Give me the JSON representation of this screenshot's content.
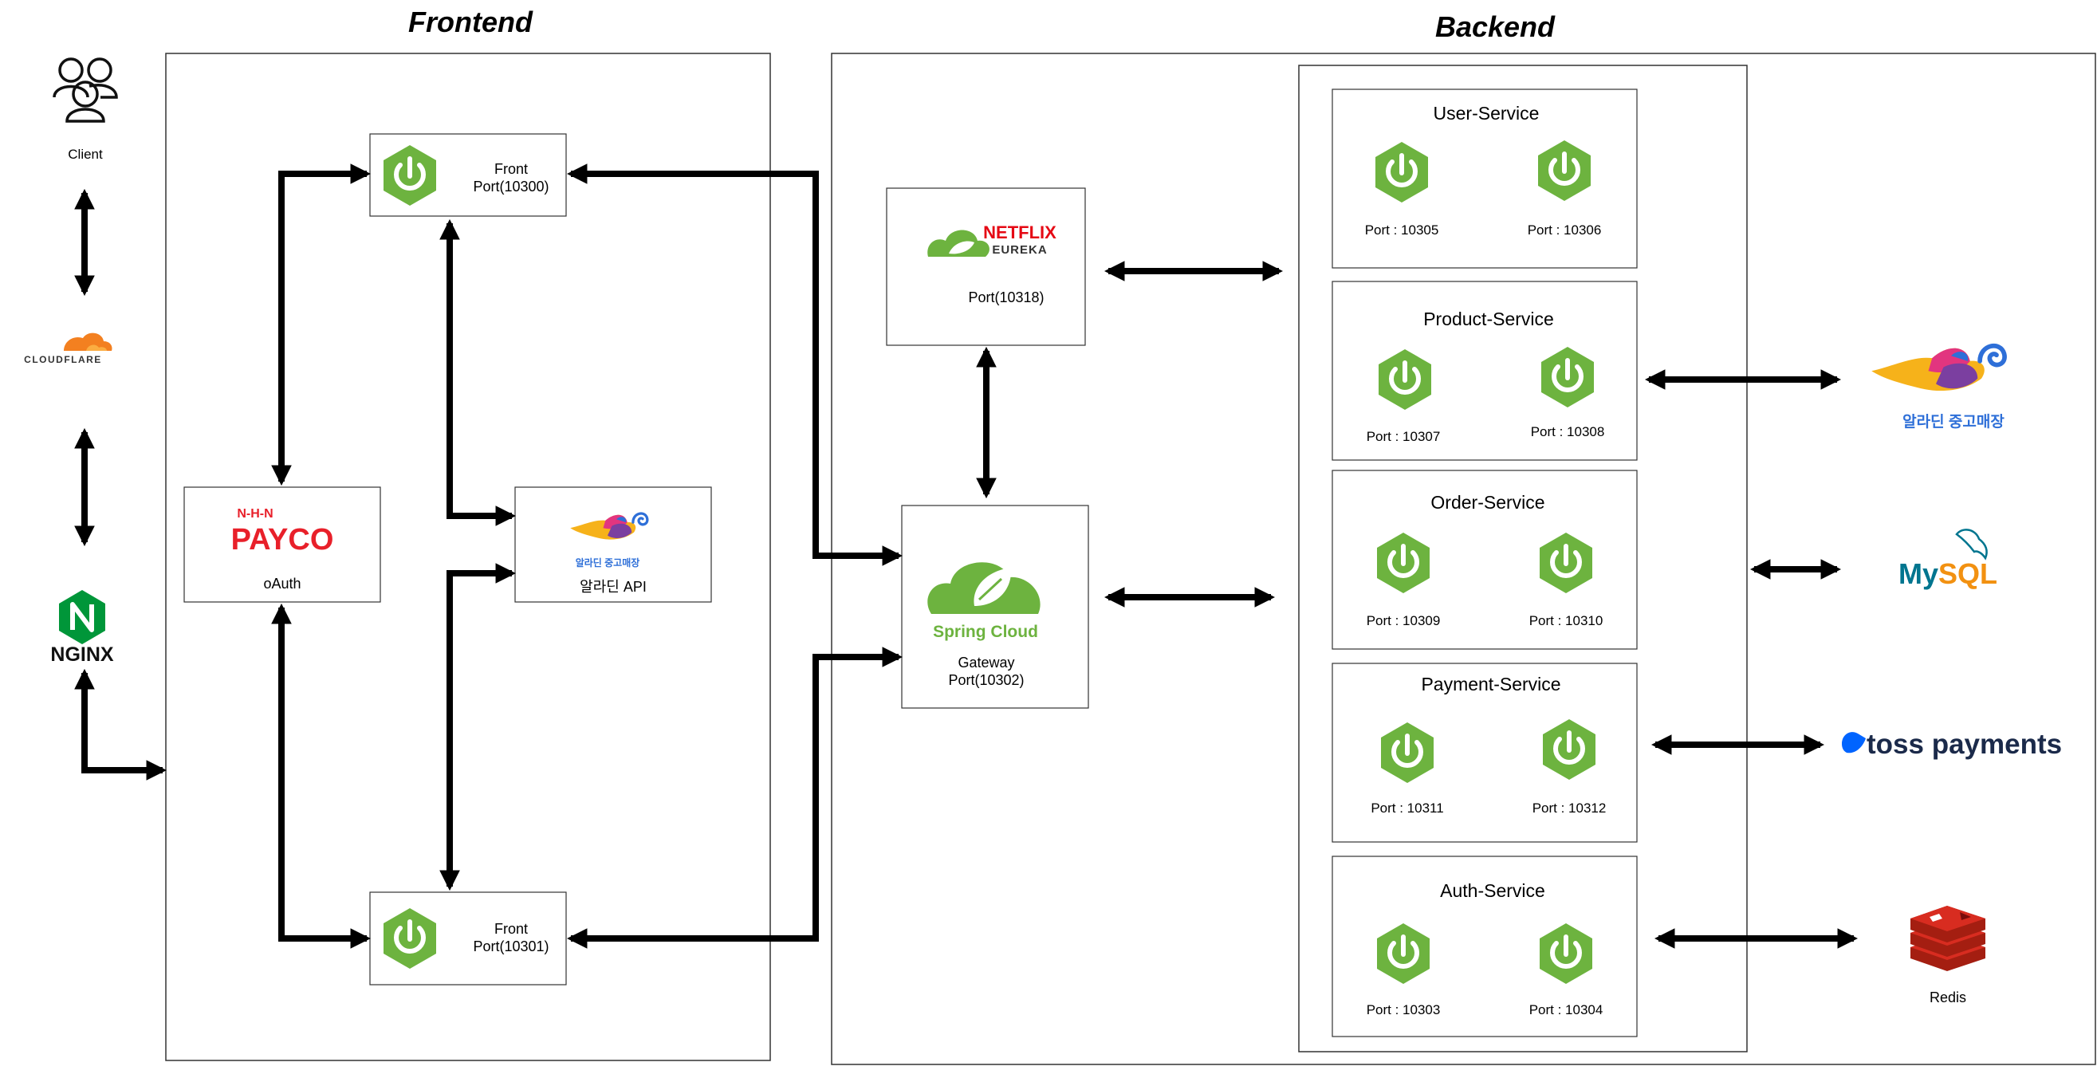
{
  "sections": {
    "frontend_title": "Frontend",
    "backend_title": "Backend"
  },
  "client": {
    "label": "Client",
    "icon": "users-icon"
  },
  "cloudflare": {
    "label": "CLOUDFLARE",
    "icon": "cloud-icon",
    "color": "#F38020"
  },
  "nginx": {
    "label": "NGINX",
    "icon": "nginx-hexagon-icon",
    "color": "#009639"
  },
  "payco": {
    "brand_top": "N-H-N",
    "brand": "PAYCO",
    "label": "oAuth",
    "color": "#E8202A"
  },
  "front1": {
    "line1": "Front",
    "line2": "Port(10300)"
  },
  "front2": {
    "line1": "Front",
    "line2": "Port(10301)"
  },
  "aladin_api": {
    "logo_text": "알라딘 중고매장",
    "label": "알라딘 API"
  },
  "eureka": {
    "brand1": "NETFLIX",
    "brand2": "EUREKA",
    "port": "Port(10318)"
  },
  "gateway": {
    "brand": "Spring Cloud",
    "line1": "Gateway",
    "line2": "Port(10302)"
  },
  "services": [
    {
      "name": "User-Service",
      "port_a": "Port : 10305",
      "port_b": "Port : 10306"
    },
    {
      "name": "Product-Service",
      "port_a": "Port : 10307",
      "port_b": "Port : 10308"
    },
    {
      "name": "Order-Service",
      "port_a": "Port : 10309",
      "port_b": "Port : 10310"
    },
    {
      "name": "Payment-Service",
      "port_a": "Port : 10311",
      "port_b": "Port : 10312"
    },
    {
      "name": "Auth-Service",
      "port_a": "Port : 10303",
      "port_b": "Port : 10304"
    }
  ],
  "externals": {
    "aladin": {
      "text": "알라딘 중고매장"
    },
    "mysql": {
      "my": "My",
      "sql": "SQL",
      "my_color": "#00758F",
      "sql_color": "#F29111"
    },
    "toss": {
      "text": "toss payments",
      "color": "#0064FF"
    },
    "redis": {
      "label": "Redis",
      "color": "#D82C20"
    }
  },
  "colors": {
    "spring_green": "#6DB33F",
    "arrow": "#000000",
    "border": "#333333"
  }
}
